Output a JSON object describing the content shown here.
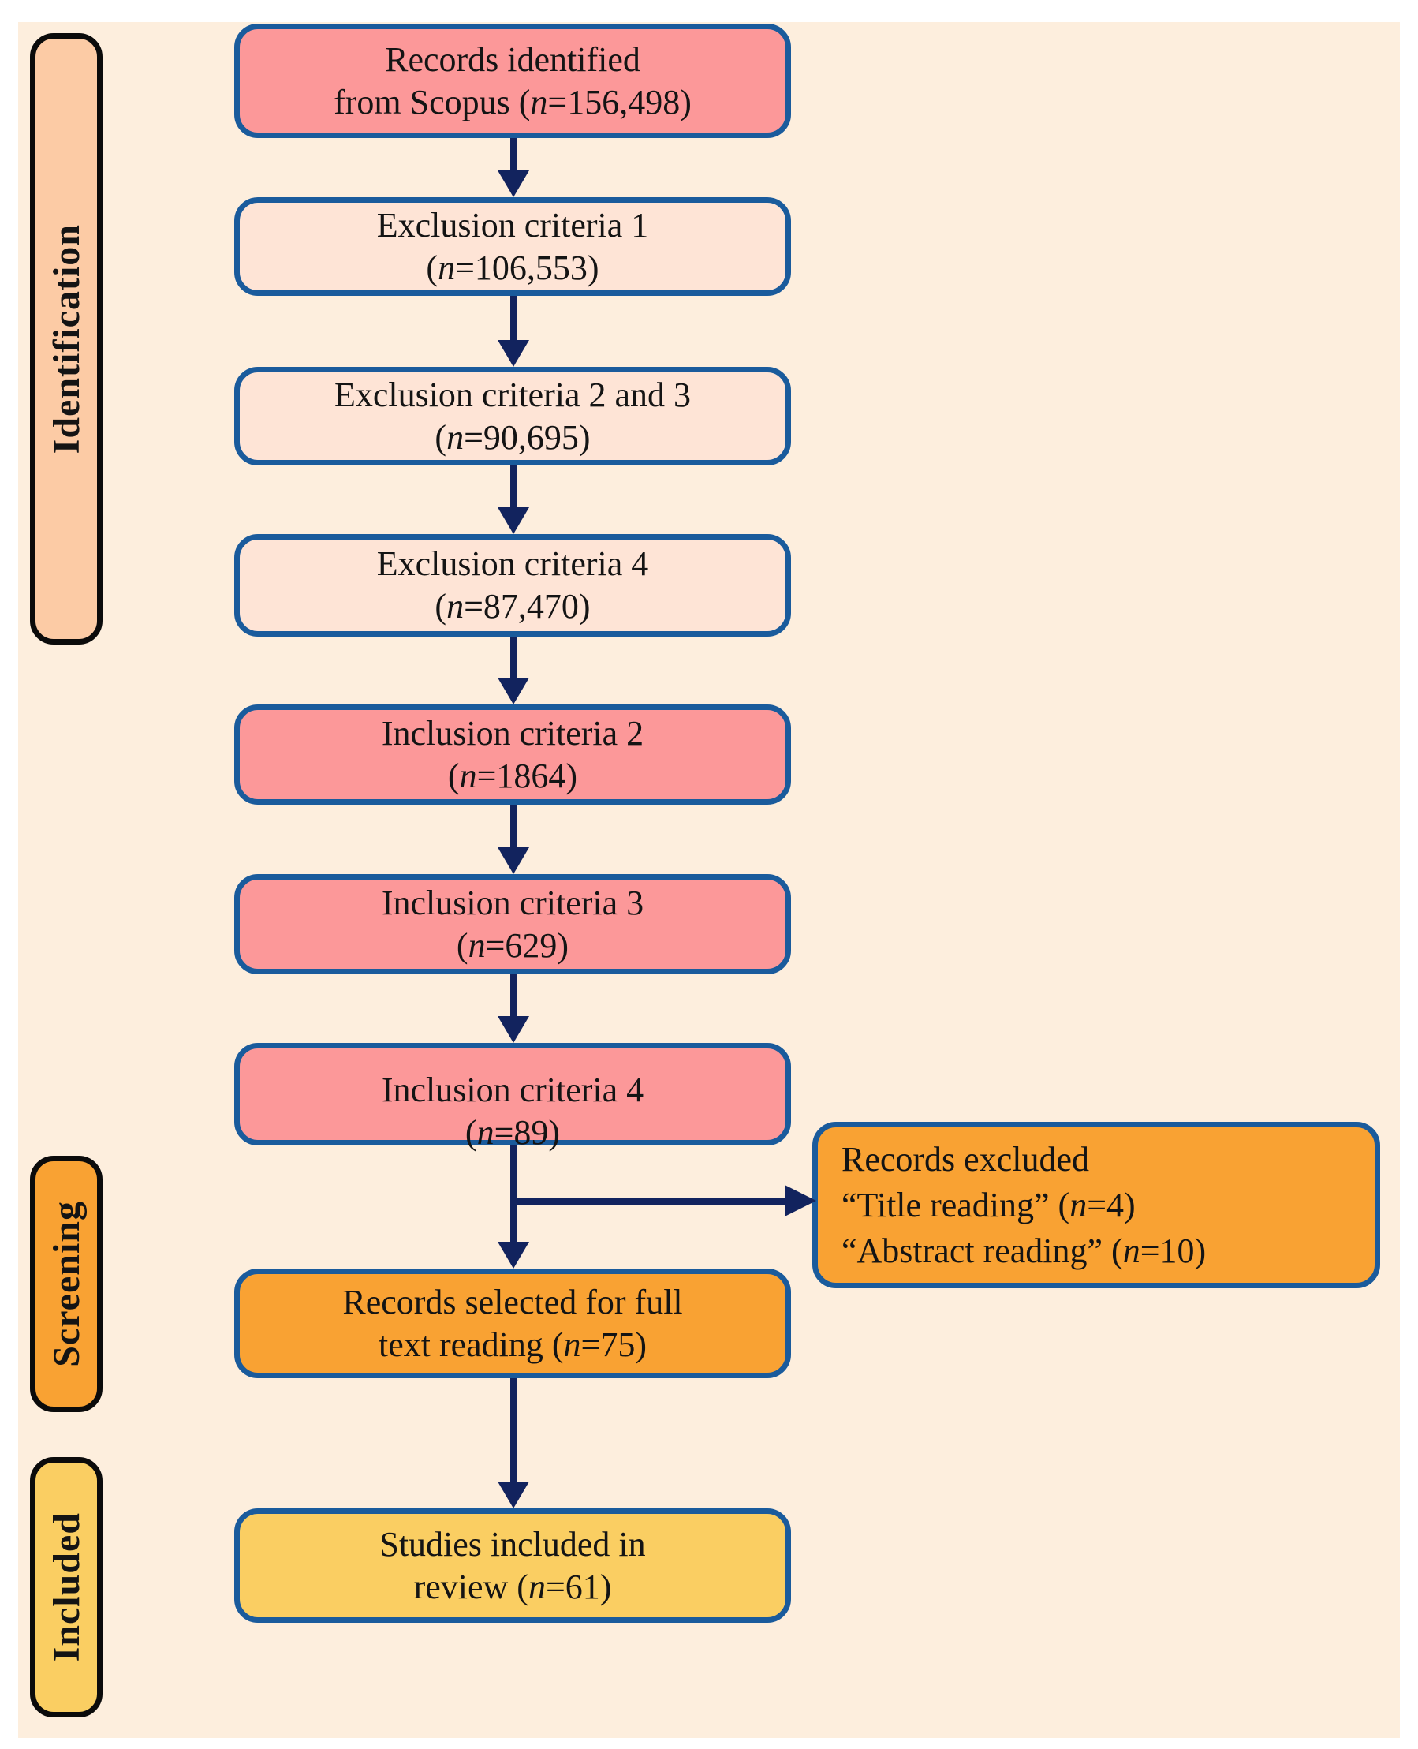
{
  "figure": {
    "kind": "systematic-review flow diagram",
    "palette": {
      "page_margin": "#ffffff",
      "canvas_background": "#fdeedd",
      "salmon_fill": "#fc9899",
      "light_pink_fill": "#fee4d6",
      "orange_fill": "#f9a233",
      "yellow_fill": "#face62",
      "peach_fill": "#fccba5",
      "node_border_blue": "#1a5b9c",
      "arrow_navy": "#12235e",
      "stage_border_black": "#0b0b0b"
    }
  },
  "stages": [
    {
      "label": "Identification"
    },
    {
      "label": "Screening"
    },
    {
      "label": "Included"
    }
  ],
  "boxes": {
    "records_identified": {
      "line1": "Records identified",
      "line2_pre": "from Scopus (",
      "n": "n",
      "line2_post": "=156,498)"
    },
    "exclusion_1": {
      "line1": "Exclusion criteria 1",
      "line2_pre": "(",
      "n": "n",
      "line2_post": "=106,553)"
    },
    "exclusion_2_3": {
      "line1": "Exclusion criteria 2 and 3",
      "line2_pre": "(",
      "n": "n",
      "line2_post": "=90,695)"
    },
    "exclusion_4": {
      "line1": "Exclusion criteria 4",
      "line2_pre": "(",
      "n": "n",
      "line2_post": "=87,470)"
    },
    "inclusion_2": {
      "line1": "Inclusion criteria 2",
      "line2_pre": "(",
      "n": "n",
      "line2_post": "=1864)"
    },
    "inclusion_3": {
      "line1": "Inclusion criteria 3",
      "line2_pre": "(",
      "n": "n",
      "line2_post": "=629)"
    },
    "inclusion_4": {
      "line1": "Inclusion criteria 4",
      "line2_pre": "(",
      "n": "n",
      "line2_post": "=89)"
    },
    "records_excluded": {
      "line1": "Records excluded",
      "line2_pre": "“Title reading” (",
      "n": "n",
      "line2_post": "=4)",
      "line3_pre": "“Abstract reading” (",
      "n2": "n",
      "line3_post": "=10)"
    },
    "records_selected": {
      "line1": "Records selected for full",
      "line2_pre": "text reading (",
      "n": "n",
      "line2_post": "=75)"
    },
    "studies_included": {
      "line1": "Studies included in",
      "line2_pre": "review (",
      "n": "n",
      "line2_post": "=61)"
    }
  }
}
